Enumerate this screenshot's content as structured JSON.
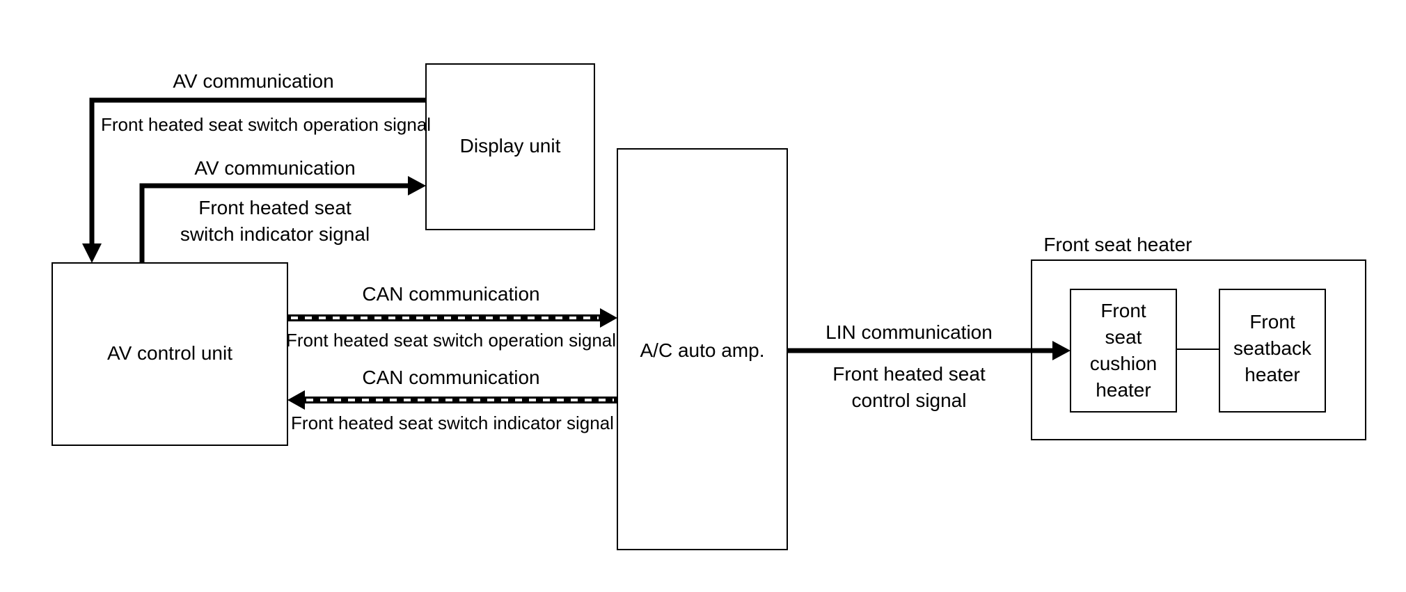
{
  "blocks": {
    "display_unit": "Display unit",
    "av_control_unit": "AV control unit",
    "ac_auto_amp": "A/C auto amp.",
    "front_seat_heater": "Front seat heater",
    "cushion_heater": [
      "Front",
      "seat",
      "cushion",
      "heater"
    ],
    "seatback_heater": [
      "Front",
      "seatback",
      "heater"
    ]
  },
  "links": {
    "av_top_protocol": "AV communication",
    "av_top_signal": "Front heated seat switch operation signal",
    "av_bottom_protocol": "AV communication",
    "av_bottom_signal": [
      "Front heated seat",
      "switch indicator signal"
    ],
    "can_top_protocol": "CAN communication",
    "can_top_signal": "Front heated seat switch operation signal",
    "can_bottom_protocol": "CAN communication",
    "can_bottom_signal": "Front heated seat switch indicator signal",
    "lin_protocol": "LIN communication",
    "lin_signal": [
      "Front heated seat",
      "control signal"
    ]
  }
}
